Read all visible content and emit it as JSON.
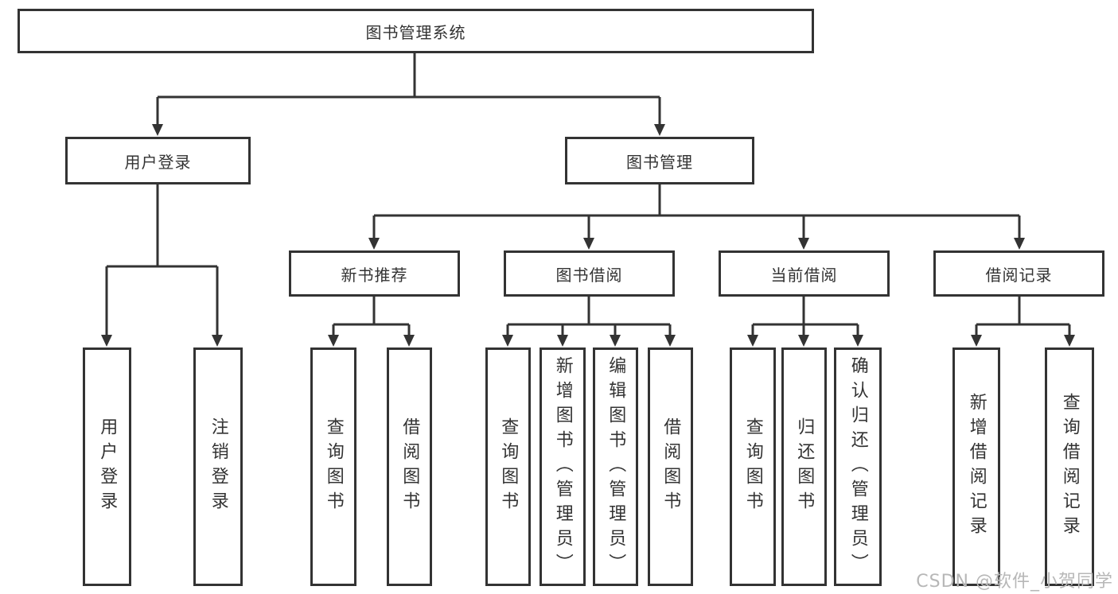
{
  "diagram_type": "hierarchy-tree",
  "colors": {
    "line": "#333333",
    "box_border": "#333333",
    "text": "#333333",
    "background": "#ffffff",
    "watermark": "#b7b7b7"
  },
  "tree": {
    "label": "图书管理系统",
    "children": [
      {
        "label": "用户登录",
        "children": [
          {
            "label": "用户登录"
          },
          {
            "label": "注销登录"
          }
        ]
      },
      {
        "label": "图书管理",
        "children": [
          {
            "label": "新书推荐",
            "children": [
              {
                "label": "查询图书"
              },
              {
                "label": "借阅图书"
              }
            ]
          },
          {
            "label": "图书借阅",
            "children": [
              {
                "label": "查询图书"
              },
              {
                "label": "新增图书（管理员）"
              },
              {
                "label": "编辑图书（管理员）"
              },
              {
                "label": "借阅图书"
              }
            ]
          },
          {
            "label": "当前借阅",
            "children": [
              {
                "label": "查询图书"
              },
              {
                "label": "归还图书"
              },
              {
                "label": "确认归还（管理员）"
              }
            ]
          },
          {
            "label": "借阅记录",
            "children": [
              {
                "label": "新增借阅记录"
              },
              {
                "label": "查询借阅记录"
              }
            ]
          }
        ]
      }
    ]
  },
  "watermark": {
    "text": "CSDN @软件_小贺同学"
  }
}
